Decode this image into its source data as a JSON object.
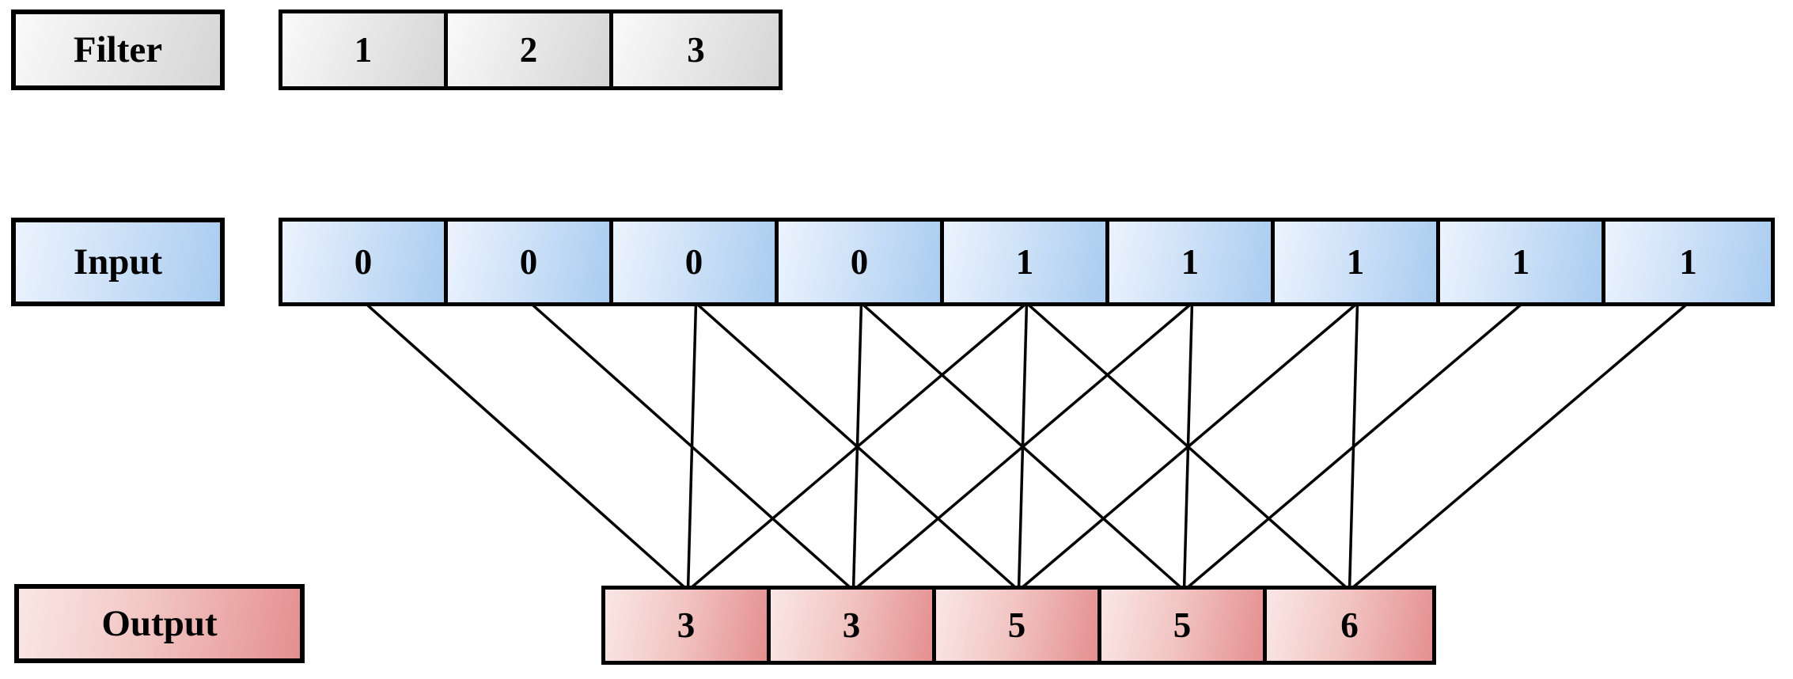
{
  "filter": {
    "label": "Filter",
    "cells": [
      "1",
      "2",
      "3"
    ]
  },
  "input": {
    "label": "Input",
    "cells": [
      "0",
      "0",
      "0",
      "0",
      "1",
      "1",
      "1",
      "1",
      "1"
    ]
  },
  "output": {
    "label": "Output",
    "cells": [
      "3",
      "3",
      "5",
      "5",
      "6"
    ]
  },
  "connections": [
    {
      "input": 0,
      "output": 0
    },
    {
      "input": 2,
      "output": 0
    },
    {
      "input": 4,
      "output": 0
    },
    {
      "input": 1,
      "output": 1
    },
    {
      "input": 3,
      "output": 1
    },
    {
      "input": 5,
      "output": 1
    },
    {
      "input": 2,
      "output": 2
    },
    {
      "input": 4,
      "output": 2
    },
    {
      "input": 6,
      "output": 2
    },
    {
      "input": 3,
      "output": 3
    },
    {
      "input": 5,
      "output": 3
    },
    {
      "input": 7,
      "output": 3
    },
    {
      "input": 4,
      "output": 4
    },
    {
      "input": 6,
      "output": 4
    },
    {
      "input": 8,
      "output": 4
    }
  ],
  "colors": {
    "background": "#ffffff",
    "border": "#000000",
    "connection_line": "#000000",
    "filter_gradient_start": "#fafafa",
    "filter_gradient_end": "#d5d5d5",
    "input_gradient_start": "#ecf3fd",
    "input_gradient_end": "#a9ccf0",
    "output_gradient_start": "#f9e7e5",
    "output_gradient_end": "#e48f8f"
  }
}
